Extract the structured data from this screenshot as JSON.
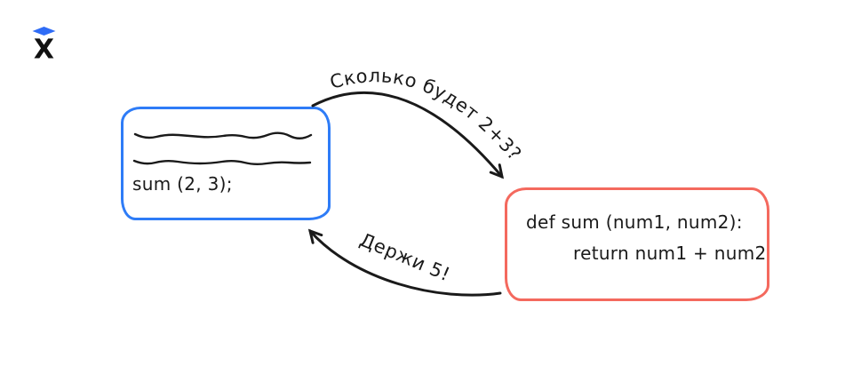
{
  "ink": {
    "color": "#1a1a1a"
  },
  "logo": {
    "letter": "X",
    "letter_color": "#111111",
    "diamond_color": "#2f6cf6"
  },
  "caller_box": {
    "border_color": "#2e7cf7",
    "code": "sum (2, 3);"
  },
  "function_box": {
    "border_color": "#f4695e",
    "code_lines": [
      "def sum (num1, num2):",
      "return num1 + num2"
    ]
  },
  "request_arrow": {
    "label": "Сколько будет 2+3?"
  },
  "response_arrow": {
    "label": "Держи 5!"
  }
}
